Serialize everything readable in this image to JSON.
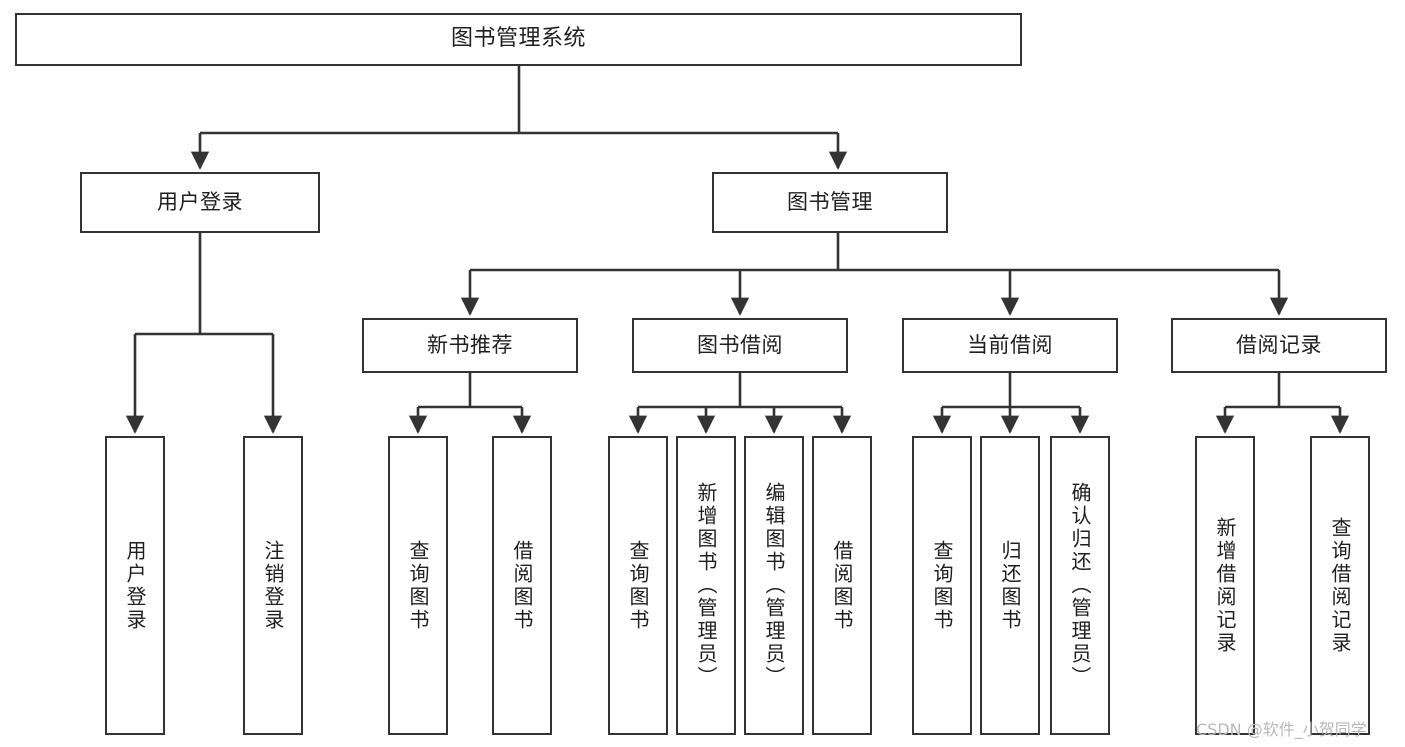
{
  "diagram": {
    "title": "图书管理系统",
    "type": "tree-hierarchy",
    "watermark": "CSDN @软件_小贺同学",
    "colors": {
      "background": "#ffffff",
      "border": "#333333",
      "text": "#1f1f1f",
      "watermark": "#b9b9b9"
    },
    "nodes": {
      "root": {
        "label": "图书管理系统",
        "orientation": "horizontal"
      },
      "level2": [
        {
          "id": "user-login",
          "label": "用户登录",
          "orientation": "horizontal"
        },
        {
          "id": "book-management",
          "label": "图书管理",
          "orientation": "horizontal"
        }
      ],
      "level3": [
        {
          "id": "new-book-recommend",
          "label": "新书推荐",
          "orientation": "horizontal"
        },
        {
          "id": "book-borrow",
          "label": "图书借阅",
          "orientation": "horizontal"
        },
        {
          "id": "current-borrow",
          "label": "当前借阅",
          "orientation": "horizontal"
        },
        {
          "id": "borrow-record",
          "label": "借阅记录",
          "orientation": "horizontal"
        }
      ],
      "leaves": [
        {
          "id": "leaf-user-login",
          "label": "用户登录",
          "parent": "user-login",
          "orientation": "vertical"
        },
        {
          "id": "leaf-user-logout",
          "label": "注销登录",
          "parent": "user-login",
          "orientation": "vertical"
        },
        {
          "id": "leaf-query-book-1",
          "label": "查询图书",
          "parent": "new-book-recommend",
          "orientation": "vertical"
        },
        {
          "id": "leaf-borrow-book-1",
          "label": "借阅图书",
          "parent": "new-book-recommend",
          "orientation": "vertical"
        },
        {
          "id": "leaf-query-book-2",
          "label": "查询图书",
          "parent": "book-borrow",
          "orientation": "vertical"
        },
        {
          "id": "leaf-add-book",
          "label": "新增图书（管理员）",
          "parent": "book-borrow",
          "orientation": "vertical"
        },
        {
          "id": "leaf-edit-book",
          "label": "编辑图书（管理员）",
          "parent": "book-borrow",
          "orientation": "vertical"
        },
        {
          "id": "leaf-borrow-book-2",
          "label": "借阅图书",
          "parent": "book-borrow",
          "orientation": "vertical"
        },
        {
          "id": "leaf-query-book-3",
          "label": "查询图书",
          "parent": "current-borrow",
          "orientation": "vertical"
        },
        {
          "id": "leaf-return-book",
          "label": "归还图书",
          "parent": "current-borrow",
          "orientation": "vertical"
        },
        {
          "id": "leaf-confirm-return",
          "label": "确认归还（管理员）",
          "parent": "current-borrow",
          "orientation": "vertical"
        },
        {
          "id": "leaf-add-record",
          "label": "新增借阅记录",
          "parent": "borrow-record",
          "orientation": "vertical"
        },
        {
          "id": "leaf-query-record",
          "label": "查询借阅记录",
          "parent": "borrow-record",
          "orientation": "vertical"
        }
      ]
    }
  }
}
